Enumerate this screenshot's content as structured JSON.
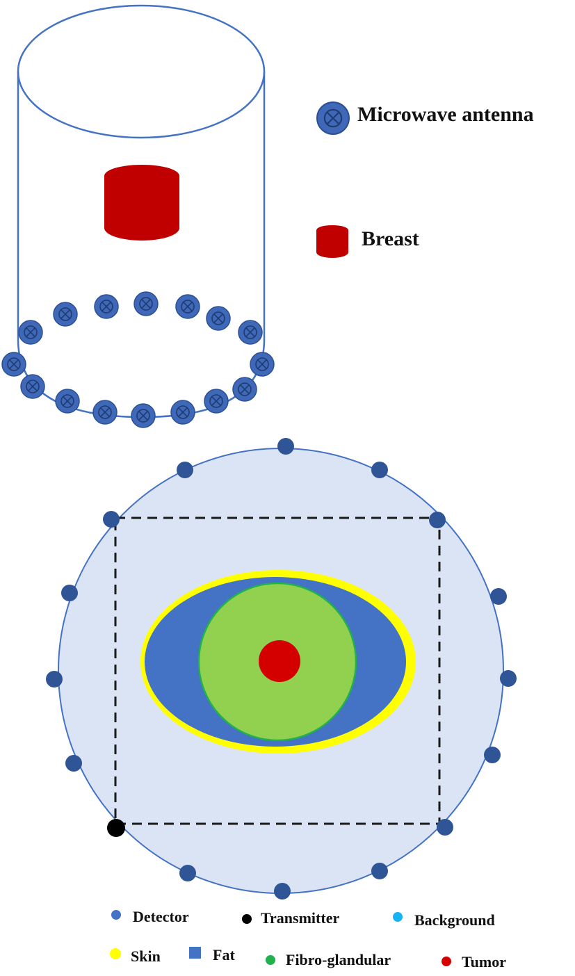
{
  "top_legend": {
    "antenna_label": "Microwave antenna",
    "breast_label": "Breast"
  },
  "bottom_legend": {
    "detector": "Detector",
    "transmitter": "Transmitter",
    "background": "Background",
    "skin": "Skin",
    "fat": "Fat",
    "fibro": "Fibro-glandular",
    "tumor": "Tumor"
  },
  "colors": {
    "outline_blue": "#4472c4",
    "antenna_fill": "#3f69b8",
    "breast_red": "#c00000",
    "background_fill": "#dbe4f4",
    "detector_blue": "#2f5597",
    "transmitter_black": "#000000",
    "background_legend": "#17b3f2",
    "skin_yellow": "#ffff00",
    "fat_blue": "#4472c4",
    "fibro_green": "#92d050",
    "fibro_legend_green": "#22b14c",
    "tumor_red": "#d40000"
  }
}
